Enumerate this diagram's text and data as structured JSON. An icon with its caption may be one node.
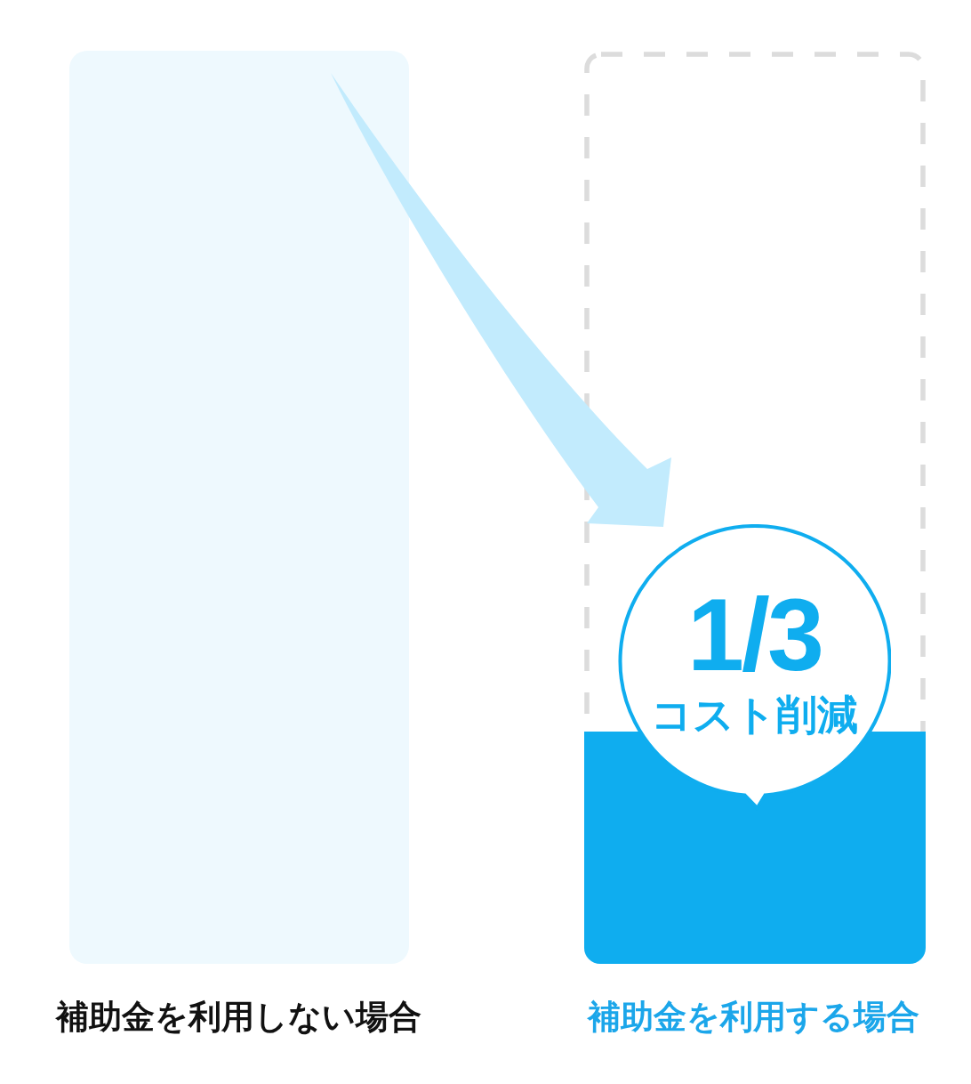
{
  "diagram": {
    "nodes": [
      {
        "text": [],
        "shape": "bar",
        "beside": [
          "補助金を利用しない場合"
        ]
      },
      {
        "text": [],
        "shape": "box",
        "beside": [
          "補助金を利用する場合"
        ]
      },
      {
        "text": [],
        "shape": "bar",
        "in": 1
      },
      {
        "text": [
          "1/3",
          "コスト削減"
        ],
        "in": 1
      }
    ],
    "edges": [
      {
        "from": 0,
        "to": 3,
        "arrow": "to"
      }
    ]
  }
}
